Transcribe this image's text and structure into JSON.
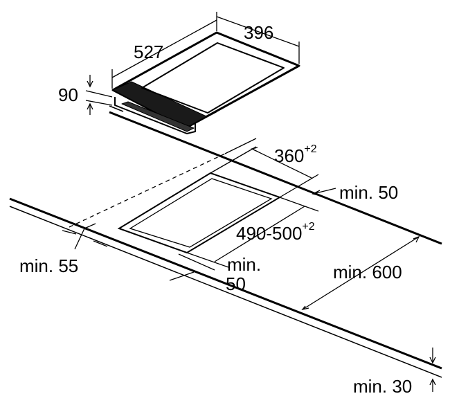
{
  "dimensions": {
    "hob_depth": "527",
    "hob_width": "396",
    "hob_height": "90",
    "cutout_width_base": "360",
    "cutout_width_tol": "+2",
    "cutout_depth_base": "490-500",
    "cutout_depth_tol": "+2",
    "min_right": "min. 50",
    "min_left": "min. 55",
    "min_front_line1": "min.",
    "min_front_line2": "50",
    "min_back": "min. 600",
    "min_thickness": "min. 30"
  },
  "colors": {
    "line": "#000000",
    "hob_panel": "#1a1a1a",
    "background": "#ffffff"
  }
}
